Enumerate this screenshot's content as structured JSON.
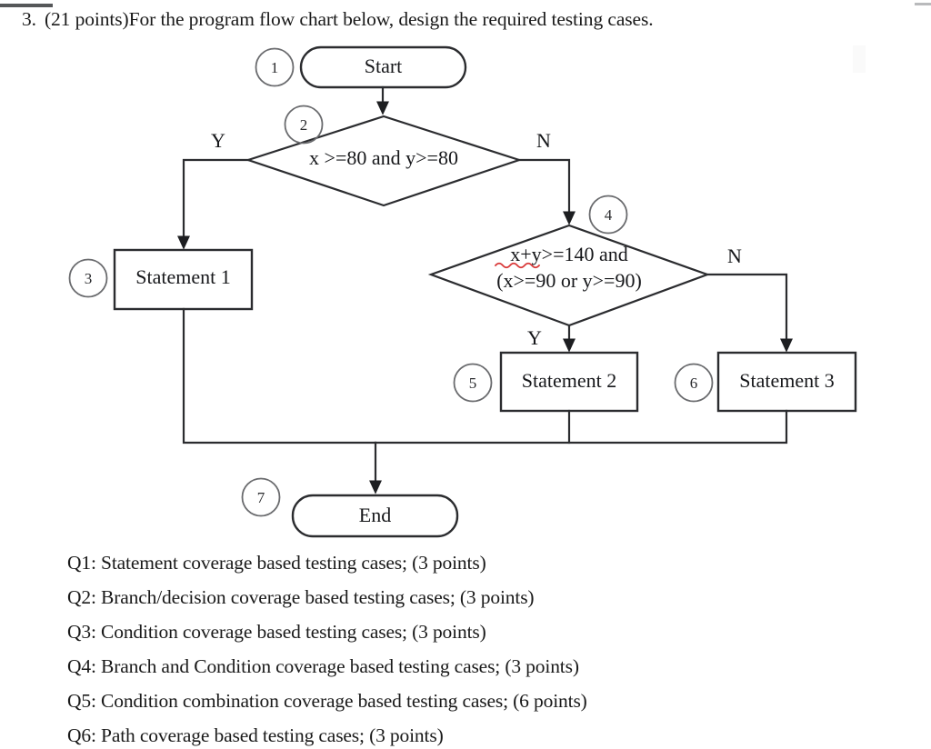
{
  "question": {
    "number": "3.",
    "text": "(21 points)For the program flow chart below, design the required testing cases."
  },
  "flowchart": {
    "type": "program-flow-chart",
    "nodes": [
      {
        "id": "1",
        "marker": "1",
        "kind": "terminator",
        "label": "Start"
      },
      {
        "id": "2",
        "marker": "2",
        "kind": "decision",
        "label": "x >=80 and y>=80",
        "line1": "x >=80 and y>=80",
        "line2": ""
      },
      {
        "id": "3",
        "marker": "3",
        "kind": "process",
        "label": "Statement 1"
      },
      {
        "id": "4",
        "marker": "4",
        "kind": "decision",
        "label": "x+y>=140 and (x>=90 or y>=90)",
        "line1": "x+y>=140 and",
        "line2": "(x>=90 or y>=90)"
      },
      {
        "id": "5",
        "marker": "5",
        "kind": "process",
        "label": "Statement 2"
      },
      {
        "id": "6",
        "marker": "6",
        "kind": "process",
        "label": "Statement 3"
      },
      {
        "id": "7",
        "marker": "7",
        "kind": "terminator",
        "label": "End"
      }
    ],
    "branch_labels": {
      "d2_yes": "Y",
      "d2_no": "N",
      "d4_yes": "Y",
      "d4_no": "N"
    },
    "edges": [
      {
        "from": "1",
        "to": "2",
        "label": ""
      },
      {
        "from": "2",
        "to": "3",
        "label": "Y"
      },
      {
        "from": "2",
        "to": "4",
        "label": "N"
      },
      {
        "from": "4",
        "to": "5",
        "label": "Y"
      },
      {
        "from": "4",
        "to": "6",
        "label": "N"
      },
      {
        "from": "3",
        "to": "7",
        "label": ""
      },
      {
        "from": "5",
        "to": "7",
        "label": ""
      },
      {
        "from": "6",
        "to": "7",
        "label": ""
      }
    ],
    "colors": {
      "stroke": "#2b2c2f",
      "fill": "#ffffff",
      "text": "#16171a",
      "spellcheck_underline": "#d93a3a"
    },
    "spellcheck": {
      "word": "x+y",
      "node": "4"
    }
  },
  "questions": [
    {
      "id": "Q1",
      "text": "Q1: Statement coverage based testing cases; (3 points)"
    },
    {
      "id": "Q2",
      "text": "Q2: Branch/decision coverage based testing cases; (3 points)"
    },
    {
      "id": "Q3",
      "text": "Q3: Condition coverage based testing cases; (3 points)"
    },
    {
      "id": "Q4",
      "text": "Q4: Branch and Condition coverage based testing cases; (3 points)"
    },
    {
      "id": "Q5",
      "text": "Q5: Condition combination coverage based testing cases; (6 points)"
    },
    {
      "id": "Q6",
      "text": "Q6: Path coverage based testing cases; (3 points)"
    }
  ]
}
